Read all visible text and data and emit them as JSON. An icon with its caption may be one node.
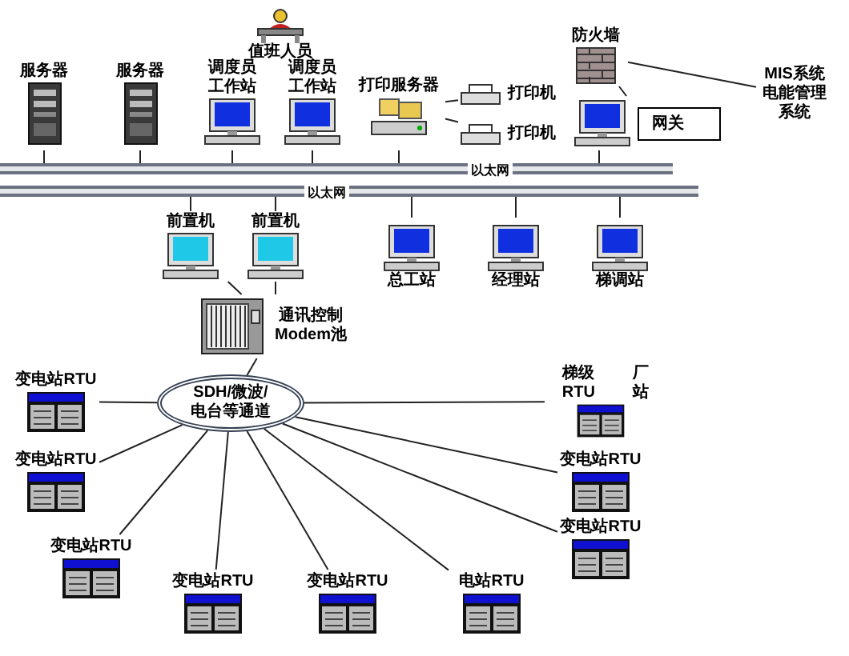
{
  "diagram": {
    "nodes": [
      {
        "text": [
          "值班人员"
        ]
      },
      {
        "text": [
          "服务器"
        ]
      },
      {
        "text": [
          "服务器"
        ]
      },
      {
        "text": [
          "调度员工作站"
        ]
      },
      {
        "text": [
          "调度员工作站"
        ]
      },
      {
        "text": [
          "打印服务器"
        ]
      },
      {
        "text": [
          "打印机"
        ]
      },
      {
        "text": [
          "打印机"
        ]
      },
      {
        "text": [
          "防火墙"
        ]
      },
      {
        "text": [
          "MIS系统电能管理系统"
        ]
      },
      {
        "text": [
          "网关"
        ]
      },
      {
        "text": [
          "以太网"
        ]
      },
      {
        "text": [
          "以太网"
        ]
      },
      {
        "text": [
          "前置机"
        ]
      },
      {
        "text": [
          "前置机"
        ]
      },
      {
        "text": [
          "总工站"
        ]
      },
      {
        "text": [
          "经理站"
        ]
      },
      {
        "text": [
          "梯调站"
        ]
      },
      {
        "text": [
          "通讯控制 Modem池"
        ]
      },
      {
        "text": [
          "SDH/微波/电台等通道"
        ]
      },
      {
        "text": [
          "变电站RTU"
        ]
      },
      {
        "text": [
          "变电站RTU"
        ]
      },
      {
        "text": [
          "变电站RTU"
        ]
      },
      {
        "text": [
          "变电站RTU"
        ]
      },
      {
        "text": [
          "变电站RTU"
        ]
      },
      {
        "text": [
          "电站RTU"
        ]
      },
      {
        "text": [
          "变电站RTU"
        ]
      },
      {
        "text": [
          "变电站RTU"
        ]
      },
      {
        "text": [
          "梯级 RTU",
          "厂站"
        ]
      }
    ],
    "edges": [
      {
        "from": 1,
        "to": 11,
        "arrow": "none"
      },
      {
        "from": 2,
        "to": 11,
        "arrow": "none"
      },
      {
        "from": 3,
        "to": 11,
        "arrow": "none"
      },
      {
        "from": 4,
        "to": 11,
        "arrow": "none"
      },
      {
        "from": 5,
        "to": 11,
        "arrow": "none"
      },
      {
        "from": 10,
        "to": 11,
        "arrow": "none"
      },
      {
        "from": 5,
        "to": 6,
        "arrow": "none"
      },
      {
        "from": 5,
        "to": 7,
        "arrow": "none"
      },
      {
        "from": 10,
        "to": 8,
        "arrow": "none"
      },
      {
        "from": 8,
        "to": 9,
        "arrow": "none"
      },
      {
        "from": 12,
        "to": 13,
        "arrow": "none"
      },
      {
        "from": 12,
        "to": 14,
        "arrow": "none"
      },
      {
        "from": 12,
        "to": 15,
        "arrow": "none"
      },
      {
        "from": 12,
        "to": 16,
        "arrow": "none"
      },
      {
        "from": 12,
        "to": 17,
        "arrow": "none"
      },
      {
        "from": 13,
        "to": 18,
        "arrow": "none"
      },
      {
        "from": 14,
        "to": 18,
        "arrow": "none"
      },
      {
        "from": 18,
        "to": 19,
        "arrow": "none"
      },
      {
        "from": 19,
        "to": 20,
        "arrow": "none"
      },
      {
        "from": 19,
        "to": 21,
        "arrow": "none"
      },
      {
        "from": 19,
        "to": 22,
        "arrow": "none"
      },
      {
        "from": 19,
        "to": 23,
        "arrow": "none"
      },
      {
        "from": 19,
        "to": 24,
        "arrow": "none"
      },
      {
        "from": 19,
        "to": 25,
        "arrow": "none"
      },
      {
        "from": 19,
        "to": 26,
        "arrow": "none"
      },
      {
        "from": 19,
        "to": 27,
        "arrow": "none"
      },
      {
        "from": 19,
        "to": 28,
        "arrow": "none"
      }
    ]
  }
}
